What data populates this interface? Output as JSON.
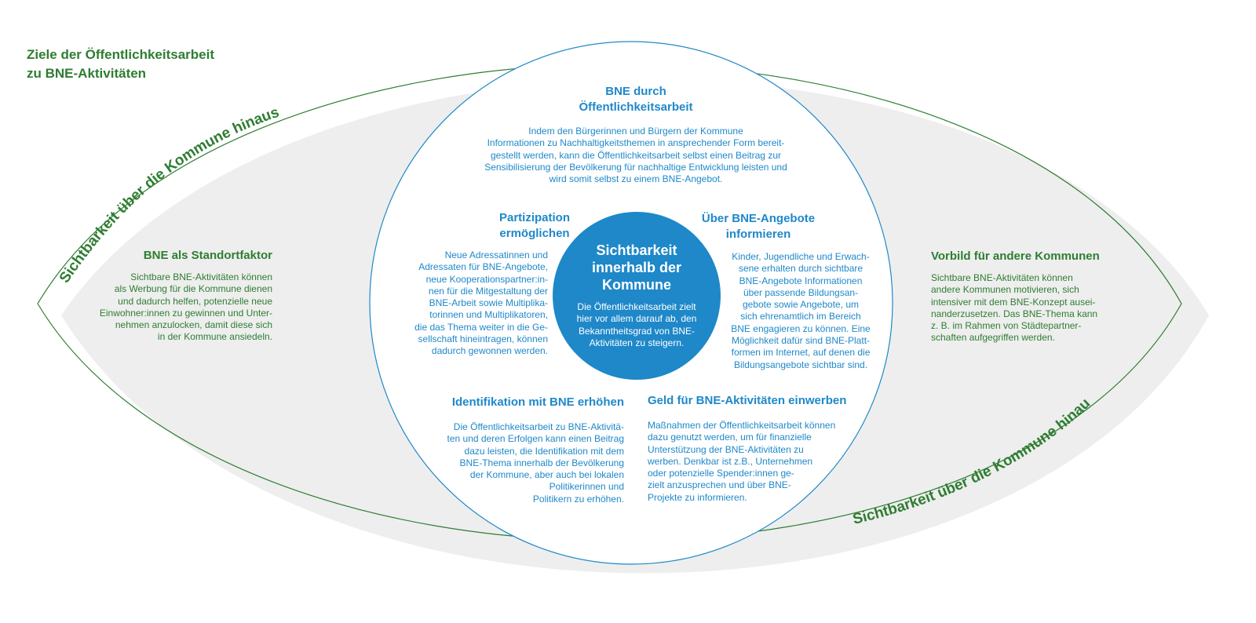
{
  "title": {
    "line1": "Ziele der Öffentlichkeitsarbeit",
    "line2": "zu BNE-Aktivitäten"
  },
  "colors": {
    "green": "#2e7d32",
    "blue": "#1e88c9",
    "shadow_gray": "#eeeeee",
    "white": "#ffffff"
  },
  "outer_label_left": "Sichtbarkeit über die Kommune hinaus",
  "outer_label_right": "Sichtbarkeit über die Kommune hinaus",
  "center": {
    "title": "Sichtbarkeit\ninnerhalb der\nKommune",
    "text": "Die Öffentlichkeitsarbeit zielt\nhier vor allem darauf ab, den\nBekanntheitsgrad von BNE-\nAktivitäten zu steigern."
  },
  "left_goal": {
    "heading": "BNE als Standortfaktor",
    "text": "Sichtbare BNE-Aktivitäten können\nals Werbung für die Kommune dienen\nund dadurch helfen, potenzielle neue\nEinwohner:innen zu gewinnen und Unter-\nnehmen anzulocken, damit diese sich\nin der Kommune ansiedeln."
  },
  "right_goal": {
    "heading": "Vorbild für andere Kommunen",
    "text": "Sichtbare BNE-Aktivitäten können\nandere Kommunen motivieren, sich\nintensiver mit dem BNE-Konzept ausei-\nnanderzusetzen. Das BNE-Thema kann\nz. B. im Rahmen von Städtepartner-\nschaften aufgegriffen werden."
  },
  "inner_goals": {
    "top": {
      "heading": "BNE durch\nÖffentlichkeitsarbeit",
      "text": "Indem den Bürgerinnen und Bürgern der Kommune\nInformationen zu Nachhaltigkeitsthemen in ansprechender Form bereit-\ngestellt werden, kann die Öffentlichkeitsarbeit selbst einen Beitrag zur\nSensibilisierung der Bevölkerung für nachhaltige Entwicklung leisten und\nwird somit selbst zu einem BNE-Angebot."
    },
    "upper_left": {
      "heading": "Partizipation\nermöglichen",
      "text": "Neue Adressatinnen und\nAdressaten für BNE-Angebote,\nneue Kooperationspartner:in-\nnen für die Mitgestaltung der\nBNE-Arbeit sowie Multiplika-\ntorinnen und Multiplikatoren,\ndie das Thema weiter in die Ge-\nsellschaft hineintragen, können\ndadurch gewonnen werden."
    },
    "upper_right": {
      "heading": "Über BNE-Angebote\ninformieren",
      "text": "Kinder, Jugendliche und Erwach-\nsene erhalten durch sichtbare\nBNE-Angebote Informationen\nüber passende Bildungsan-\ngebote sowie Angebote, um\nsich ehrenamtlich im Bereich\nBNE engagieren zu können. Eine\nMöglichkeit dafür sind BNE-Platt-\nformen im Internet, auf denen die\nBildungsangebote sichtbar sind."
    },
    "lower_left": {
      "heading": "Identifikation mit BNE erhöhen",
      "text": "Die Öffentlichkeitsarbeit zu BNE-Aktivitä-\nten und deren Erfolgen kann einen Beitrag\ndazu leisten, die Identifikation mit dem\nBNE-Thema innerhalb der Bevölkerung\nder Kommune, aber auch bei lokalen\nPolitikerinnen und\nPolitikern zu erhöhen."
    },
    "lower_right": {
      "heading": "Geld für BNE-Aktivitäten einwerben",
      "text": "Maßnahmen der Öffentlichkeitsarbeit können\ndazu genutzt werden, um für finanzielle\nUnterstützung der BNE-Aktivitäten zu\nwerben. Denkbar ist z.B., Unternehmen\noder potenzielle Spender:innen ge-\nzielt anzusprechen und über BNE-\nProjekte zu informieren."
    }
  }
}
